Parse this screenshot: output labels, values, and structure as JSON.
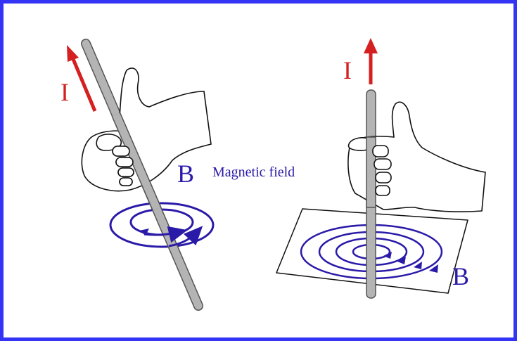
{
  "left_figure": {
    "current_label": "I",
    "field_label": "B",
    "field_caption": "Magnetic field"
  },
  "right_figure": {
    "current_label": "I",
    "field_label": "B"
  },
  "colors": {
    "border": "#3434f5",
    "current_arrow": "#d42020",
    "field_lines": "#2a1aa8",
    "rod": "#b4b4b4"
  }
}
